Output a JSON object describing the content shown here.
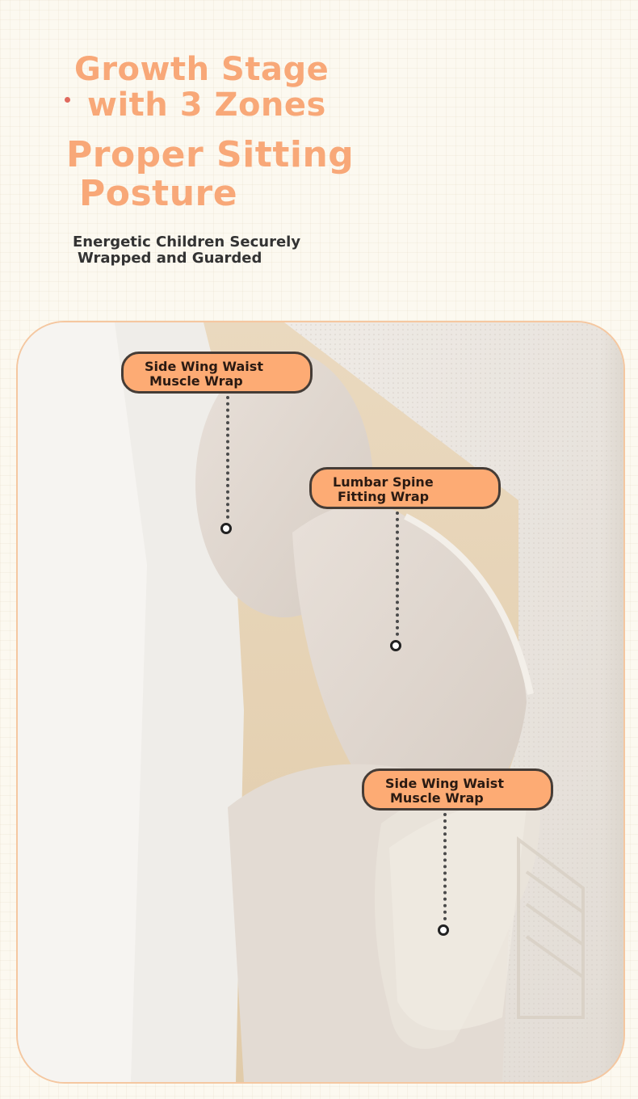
{
  "headline": {
    "line1": "Growth Stage",
    "line2": "with 3 Zones",
    "line3": "Proper Sitting",
    "line4": "Posture"
  },
  "subheadline": {
    "line1": "Energetic Children Securely",
    "line2": "Wrapped and Guarded"
  },
  "callouts": [
    {
      "line1": "Side Wing Waist",
      "line2": "Muscle Wrap"
    },
    {
      "line1": "Lumbar Spine",
      "line2": "Fitting Wrap"
    },
    {
      "line1": "Side Wing Waist",
      "line2": "Muscle Wrap"
    }
  ],
  "colors": {
    "accent": "#f8a878",
    "callout_fill": "#fdab74",
    "callout_border": "#453c36",
    "background": "#fcf9f0"
  }
}
